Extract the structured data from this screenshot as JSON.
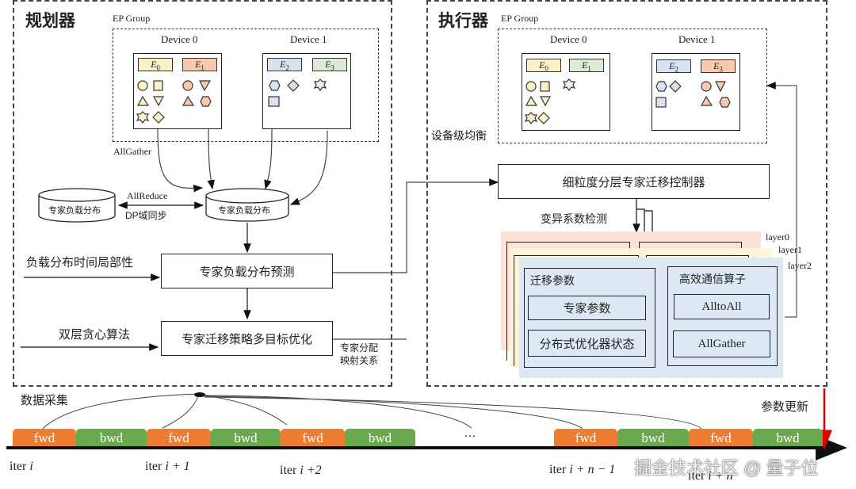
{
  "planner": {
    "title": "规划器",
    "ep_group_label": "EP Group",
    "devices": [
      {
        "label": "Device 0",
        "experts": [
          {
            "name": "E",
            "sub": "0",
            "color": "#fdf0c4"
          },
          {
            "name": "E",
            "sub": "1",
            "color": "#f8c9ad"
          }
        ]
      },
      {
        "label": "Device 1",
        "experts": [
          {
            "name": "E",
            "sub": "2",
            "color": "#d9e2f3"
          },
          {
            "name": "E",
            "sub": "3",
            "color": "#dcebd3"
          }
        ]
      }
    ],
    "allgather_label": "AllGather",
    "allreduce_label": "AllReduce",
    "dp_sync_label": "DP域同步",
    "cylinder_local": "专家负载分布",
    "cylinder_global": "专家负载分布",
    "predict_box": "专家负载分布预测",
    "optimize_box": "专家迁移策略多目标优化",
    "input_locality": "负载分布时间局部性",
    "input_greedy": "双层贪心算法",
    "mapping_label_1": "专家分配",
    "mapping_label_2": "映射关系"
  },
  "executor": {
    "title": "执行器",
    "ep_group_label": "EP Group",
    "devices": [
      {
        "label": "Device 0",
        "experts": [
          {
            "name": "E",
            "sub": "0",
            "color": "#fdf0c4"
          },
          {
            "name": "E",
            "sub": "1",
            "color": "#dcebd3"
          }
        ]
      },
      {
        "label": "Device 1",
        "experts": [
          {
            "name": "E",
            "sub": "2",
            "color": "#d9e2f3"
          },
          {
            "name": "E",
            "sub": "3",
            "color": "#f8c9ad"
          }
        ]
      }
    ],
    "device_balance_label": "设备级均衡",
    "controller_box": "细粒度分层专家迁移控制器",
    "cv_detect_label": "变异系数检测",
    "layers": [
      "layer0",
      "layer1",
      "layer2"
    ],
    "migration_params_title": "迁移参数",
    "expert_params": "专家参数",
    "optimizer_state": "分布式优化器状态",
    "comm_ops_title": "高效通信算子",
    "alltoall": "AlltoAll",
    "allgather": "AllGather"
  },
  "timeline": {
    "data_collect_label": "数据采集",
    "param_update_label": "参数更新",
    "ellipsis": "…",
    "segments": [
      "fwd",
      "bwd",
      "fwd",
      "bwd",
      "fwd",
      "bwd",
      "fwd",
      "bwd",
      "fwd",
      "bwd"
    ],
    "iters": [
      {
        "prefix": "iter",
        "expr": "i"
      },
      {
        "prefix": "iter",
        "expr": "i + 1"
      },
      {
        "prefix": "iter",
        "expr": "i +2"
      },
      {
        "prefix": "iter",
        "expr": "i + n − 1"
      },
      {
        "prefix": "iter",
        "expr": "i + n"
      }
    ]
  },
  "watermark": "掘金技术社区 @ 量子位",
  "colors": {
    "fwd": "#ed7d31",
    "bwd": "#6aa84f",
    "update_arrow": "#e00000",
    "layer0": "#fbe3d6",
    "layer1": "#fff5d6",
    "layer2": "#dce9f5"
  }
}
